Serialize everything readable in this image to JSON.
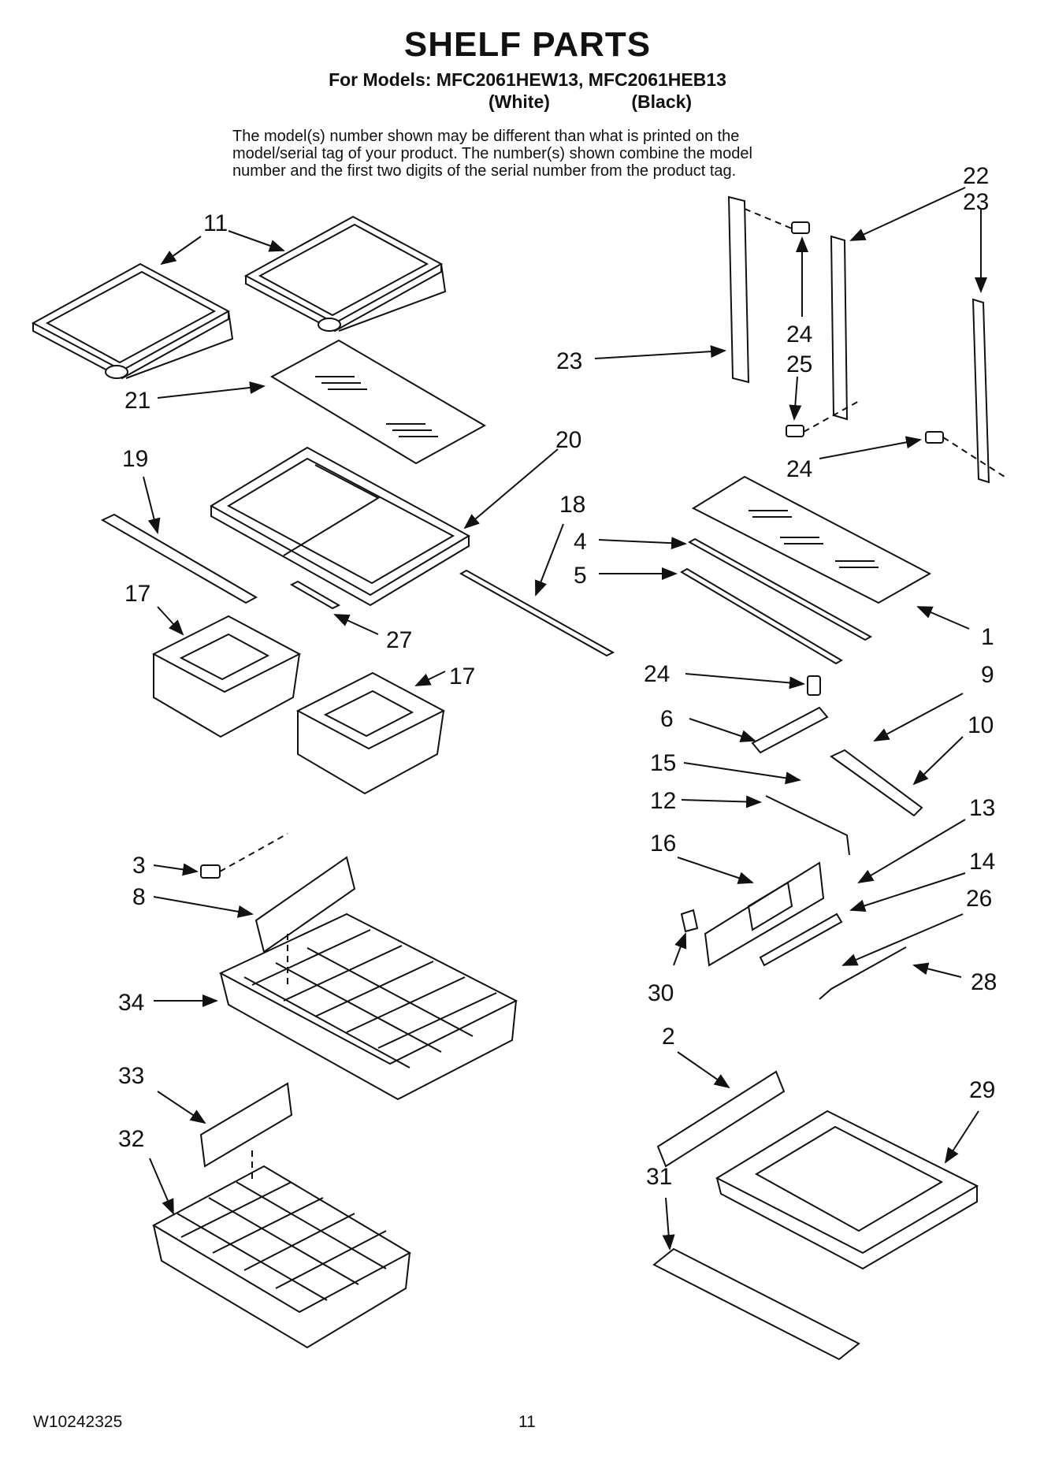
{
  "header": {
    "title": "SHELF PARTS",
    "models_line": "For Models: MFC2061HEW13, MFC2061HEB13",
    "variant_white": "(White)",
    "variant_black": "(Black)"
  },
  "note": {
    "line1": "The model(s) number shown may be different than what is printed on the",
    "line2": "model/serial tag of your product. The number(s) shown combine the model",
    "line3": "number and the first two digits of the serial number from the product tag."
  },
  "callouts": {
    "c11": "11",
    "c21": "21",
    "c19": "19",
    "c20": "20",
    "c17a": "17",
    "c17b": "17",
    "c27": "27",
    "c18": "18",
    "c4": "4",
    "c5": "5",
    "c1": "1",
    "c22": "22",
    "c23a": "23",
    "c23b": "23",
    "c24a": "24",
    "c25": "25",
    "c24b": "24",
    "c24c": "24",
    "c9": "9",
    "c6": "6",
    "c10": "10",
    "c15": "15",
    "c12": "12",
    "c13": "13",
    "c16": "16",
    "c14": "14",
    "c26": "26",
    "c30": "30",
    "c28": "28",
    "c3": "3",
    "c8": "8",
    "c34": "34",
    "c33": "33",
    "c32": "32",
    "c2": "2",
    "c29": "29",
    "c31": "31"
  },
  "footer": {
    "doc_number": "W10242325",
    "page_number": "11"
  }
}
